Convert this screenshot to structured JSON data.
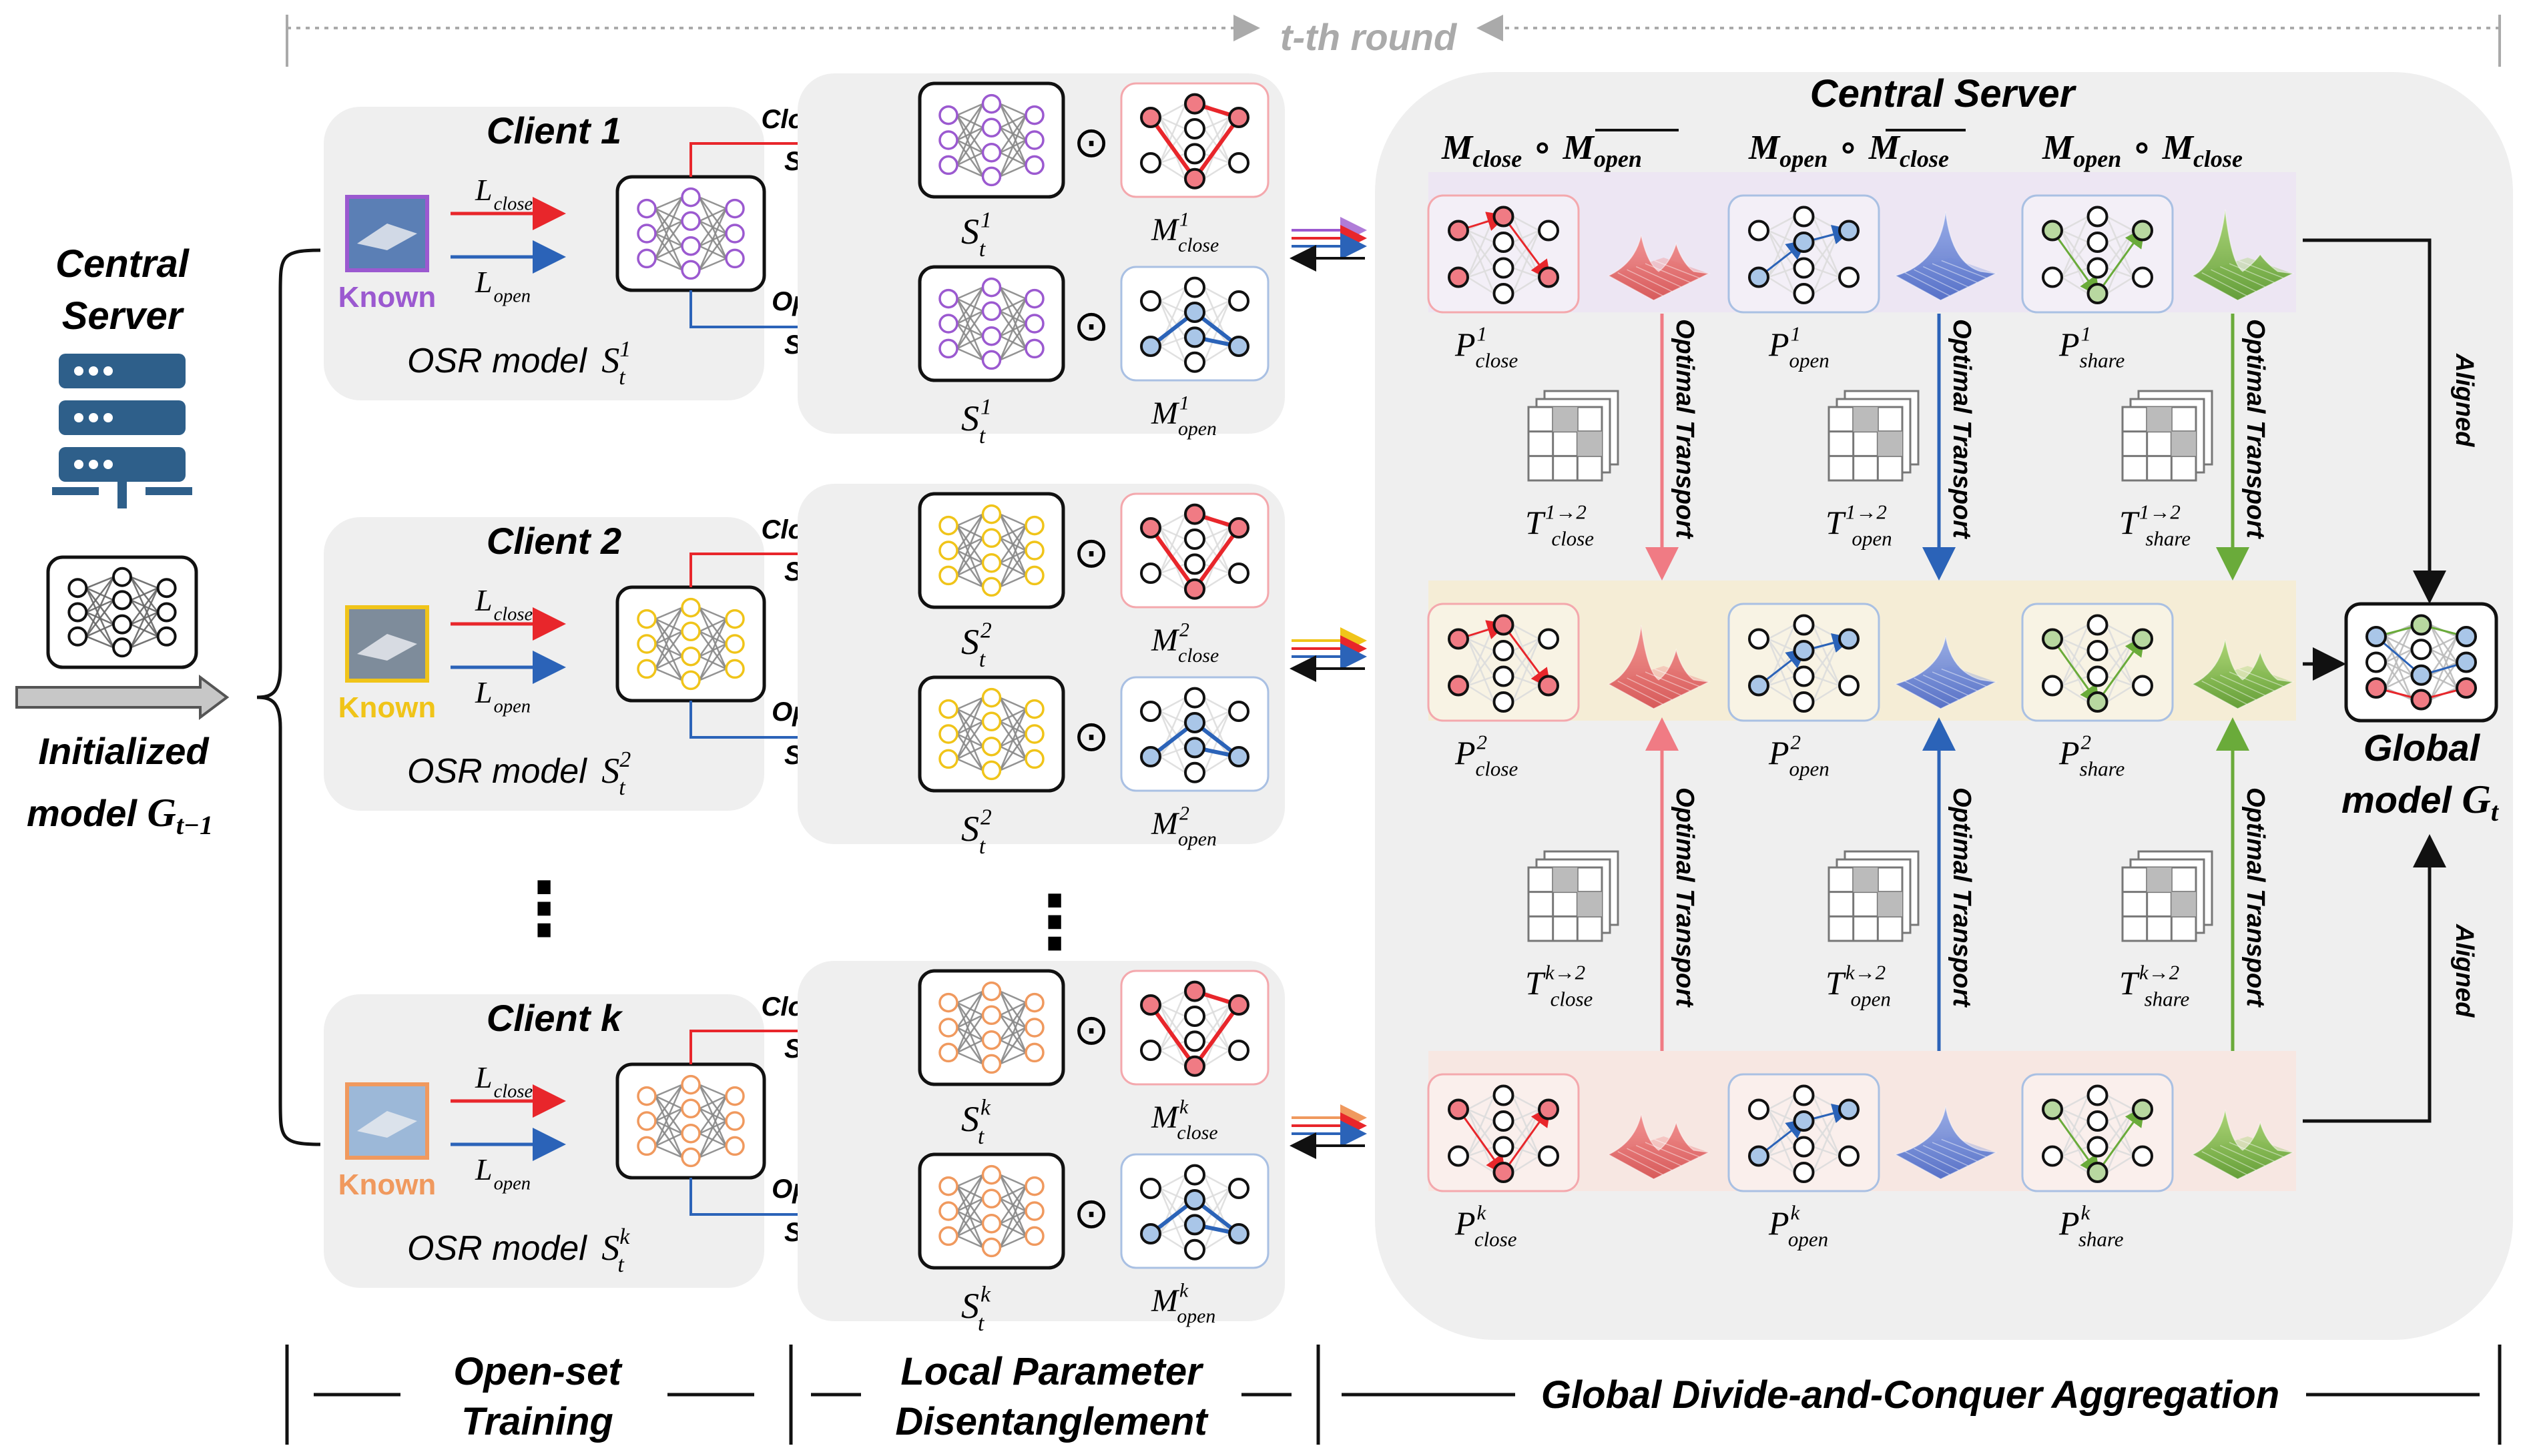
{
  "round_label": "t-th round",
  "left": {
    "server_title_1": "Central",
    "server_title_2": "Server",
    "init_line_1": "Initialized",
    "init_line_2": "model ",
    "init_var": "G",
    "init_sub": "t−1"
  },
  "clients": [
    {
      "title": "Client 1",
      "known": "Known",
      "color": "#9b59d0",
      "sup": "1"
    },
    {
      "title": "Client 2",
      "known": "Known",
      "color": "#f0c419",
      "sup": "2"
    },
    {
      "title": "Client k",
      "known": "Known",
      "color": "#f0995e",
      "sup": "k"
    }
  ],
  "client_labels": {
    "loss_close_var": "L",
    "loss_close_sub": "close",
    "loss_open_var": "L",
    "loss_open_sub": "open",
    "osr_prefix": "OSR model ",
    "model_var": "S",
    "model_sub": "t",
    "closed_subnet_1": "Closed-Set",
    "closed_subnet_2": "SubNet",
    "open_subnet_1": "Open-Set",
    "open_subnet_2": "SubNet",
    "odot": "⊙",
    "mask_var": "M",
    "mask_close_sub": "close",
    "mask_open_sub": "open",
    "dots": "⋮"
  },
  "server": {
    "title": "Central Server",
    "header_close_a": "M",
    "header_close_a_sub": "close",
    "header_close_b": "M",
    "header_close_b_sub": "open",
    "header_open_a": "M",
    "header_open_a_sub": "open",
    "header_open_b": "M",
    "header_open_b_sub": "close",
    "header_share_a": "M",
    "header_share_a_sub": "open",
    "header_share_b": "M",
    "header_share_b_sub": "close",
    "circ": "∘",
    "p_var": "P",
    "p_close": "close",
    "p_open": "open",
    "p_share": "share",
    "t_var": "T",
    "t_close": "close",
    "t_open": "open",
    "t_share": "share",
    "t_sup_top": "1→2",
    "t_sup_bottom": "k→2",
    "optimal_transport": "Optimal Transport",
    "aligned": "Aligned",
    "global_1": "Global",
    "global_2": "model ",
    "global_var": "G",
    "global_sub": "t"
  },
  "footer": {
    "stage1_line1": "Open-set",
    "stage1_line2": "Training",
    "stage2_line1": "Local Parameter",
    "stage2_line2": "Disentanglement",
    "stage3": "Global Divide-and-Conquer Aggregation"
  },
  "colors": {
    "close": "#e8262b",
    "open": "#2b63b8",
    "share": "#6aab3a",
    "close_node": "#f07b84",
    "open_node": "#a9c6e8",
    "share_node": "#b8d8a0",
    "band1": "#ede6f3",
    "band2": "#f5edd6",
    "bandk": "#f7e7e2",
    "panel": "#efefef",
    "server_icon": "#2e5f8a"
  }
}
